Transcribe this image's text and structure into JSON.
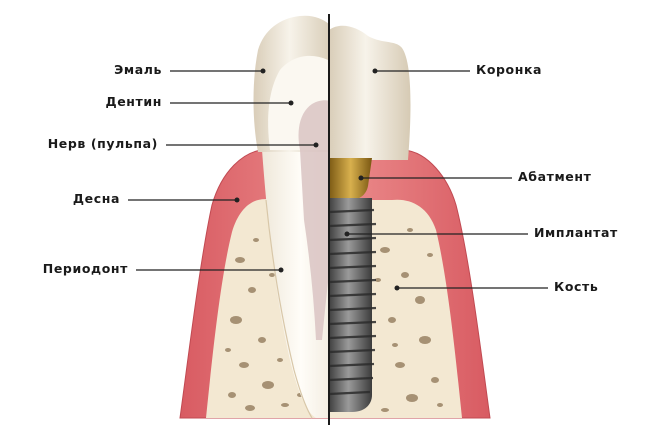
{
  "labels": {
    "left": {
      "enamel": "Эмаль",
      "dentin": "Дентин",
      "nerve": "Нерв (пульпа)",
      "gum": "Десна",
      "periodont": "Периодонт"
    },
    "right": {
      "crown": "Коронка",
      "abutment": "Абатмент",
      "implant": "Имплантат",
      "bone": "Кость"
    }
  },
  "colors": {
    "gum": "#e06b6b",
    "gum_dark": "#c94e55",
    "bone": "#f2e6cf",
    "bone_spot": "#8a7253",
    "enamel": "#f1ecdf",
    "dentin": "#fbf7ee",
    "pulp": "#dcc4c3",
    "abutment": "#b58a2a",
    "implant": "#5e5e5e",
    "leader": "#222222"
  }
}
